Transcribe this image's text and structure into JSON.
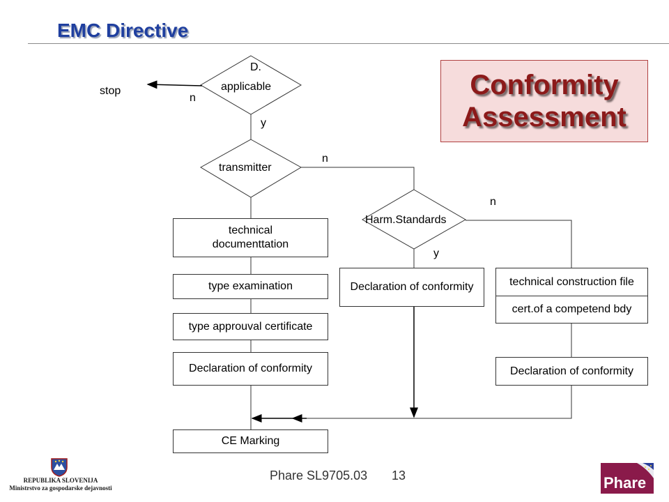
{
  "slide": {
    "title": "EMC Directive",
    "box_title": [
      "Conformity",
      "Assessment"
    ],
    "footer_text": "Phare SL9705.03",
    "page_number": "13",
    "accent_color": "#1f3f9f",
    "box_fill_color": "#f6dcdc",
    "box_text_color": "#8c1a1a"
  },
  "flowchart": {
    "decision_applicable": [
      "D.",
      "applicable"
    ],
    "decision_transmitter": "transmitter",
    "decision_harm": "Harm.Standards",
    "stop": "stop",
    "label_n_applicable": "n",
    "label_y_applicable": "y",
    "label_n_transmitter": "n",
    "label_n_harm": "n",
    "label_y_harm": "y",
    "left_column": {
      "technical_documentation": [
        "technical",
        "documenttation"
      ],
      "type_examination": "type examination",
      "type_approval": "type approuval certificate",
      "declaration": "Declaration of conformity"
    },
    "middle_declaration": "Declaration of conformity",
    "right_column": {
      "technical_construction_file": "technical construction file",
      "competent_body": "cert.of a competend bdy",
      "declaration": "Declaration of conformity"
    },
    "ce_marking": "CE Marking"
  },
  "logos": {
    "slovenia_emblem": "slovenia-coat-of-arms-icon",
    "slovenia_line1": "REPUBLIKA SLOVENIJA",
    "slovenia_line2": "Ministrstvo za gospodarske dejavnosti",
    "phare_logo": "phare-logo",
    "phare_text": "Phare"
  }
}
